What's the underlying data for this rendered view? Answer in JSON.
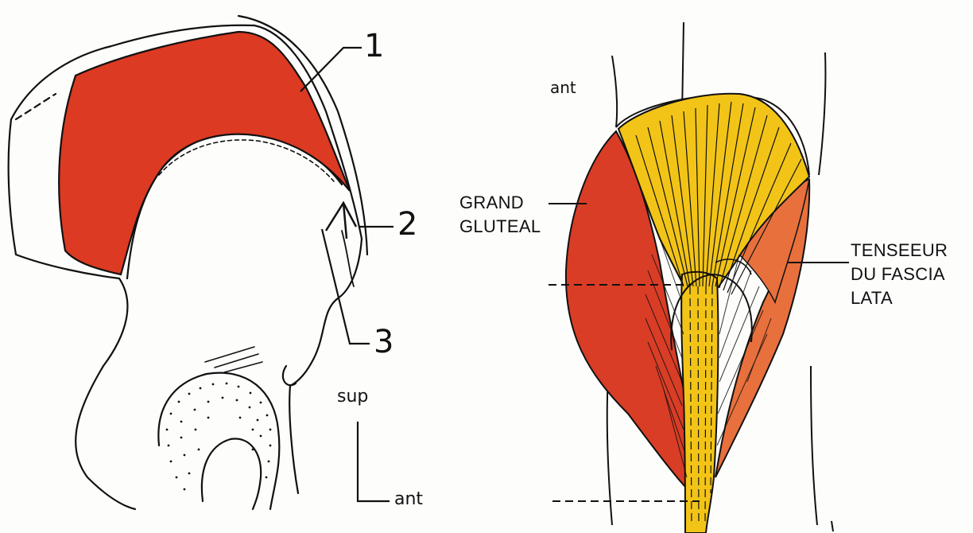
{
  "left_figure": {
    "callouts": {
      "one": "1",
      "two": "2",
      "three": "3"
    },
    "orientation": {
      "up": "sup",
      "right": "ant"
    }
  },
  "right_figure": {
    "orientation_label": "ant",
    "muscles": {
      "grand_gluteal": {
        "lines": [
          "GRAND",
          "GLUTEAL"
        ],
        "color": "#d93d26"
      },
      "tenseur": {
        "lines": [
          "TENSEEUR",
          "DU FASCIA",
          "LATA"
        ],
        "color": "#e8703d"
      },
      "fascia_band": {
        "color": "#f2c417"
      }
    }
  },
  "colors": {
    "gluteus_medius": "#dc3a22",
    "outline": "#111111"
  }
}
